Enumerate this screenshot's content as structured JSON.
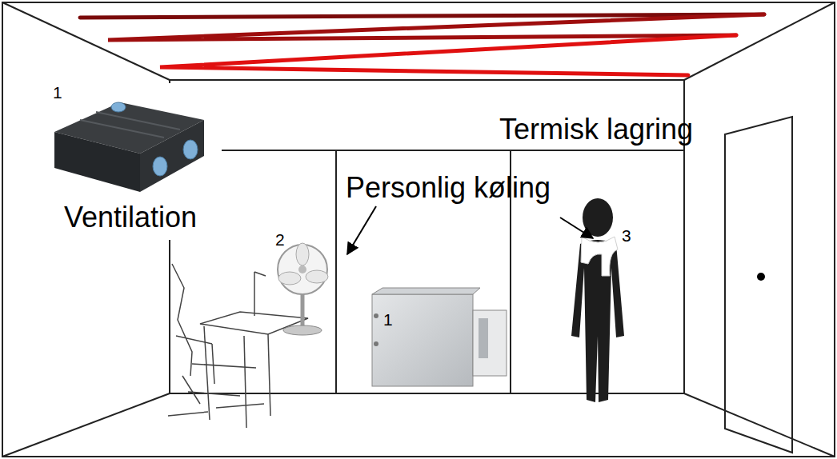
{
  "diagram": {
    "labels": [
      "1",
      "Termisk lagring",
      "Personlig køling",
      "Ventilation",
      "2",
      "3",
      "1"
    ]
  }
}
